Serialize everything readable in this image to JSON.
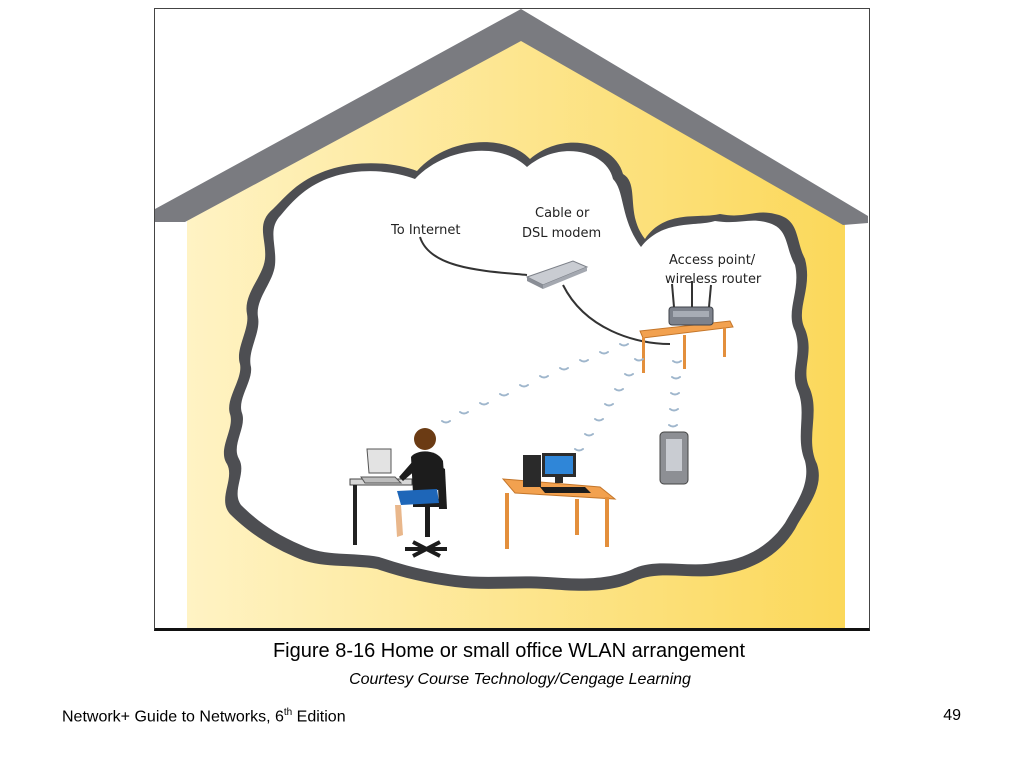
{
  "figure": {
    "labels": {
      "internet": "To Internet",
      "modem_line1": "Cable or",
      "modem_line2": "DSL modem",
      "ap_line1": "Access point/",
      "ap_line2": "wireless router"
    },
    "colors": {
      "wall_light": "#fff3c4",
      "wall_dark": "#fbd85a",
      "roof": "#7a7b80",
      "interior_outline": "#4d4e52",
      "table": "#f2a14f"
    }
  },
  "caption": {
    "title": "Figure 8-16 Home or small office WLAN arrangement",
    "credit": "Courtesy Course Technology/Cengage Learning"
  },
  "footer": {
    "book_title_prefix": "Network+ Guide to Networks, 6",
    "edition_superscript": "th",
    "book_title_suffix": " Edition",
    "page_number": "49"
  }
}
